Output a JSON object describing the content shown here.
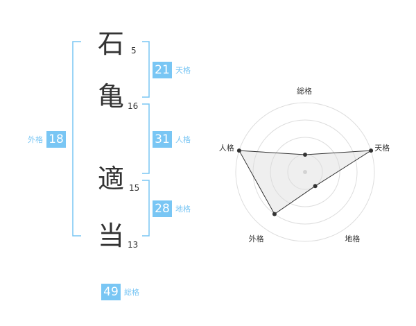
{
  "name": {
    "characters": [
      {
        "char": "石",
        "strokes": "5"
      },
      {
        "char": "亀",
        "strokes": "16"
      },
      {
        "char": "適",
        "strokes": "15"
      },
      {
        "char": "当",
        "strokes": "13"
      }
    ]
  },
  "grids": {
    "tenkaku": {
      "value": "21",
      "label": "天格"
    },
    "jinkaku": {
      "value": "31",
      "label": "人格"
    },
    "chikaku": {
      "value": "28",
      "label": "地格"
    },
    "gaikaku": {
      "value": "18",
      "label": "外格"
    },
    "soukaku": {
      "value": "49",
      "label": "総格"
    }
  },
  "colors": {
    "accent": "#79c6f4",
    "text": "#333333",
    "radar_fill": "#f0f0f0",
    "ring": "#dddddd"
  },
  "chart_data": {
    "type": "radar",
    "axes": [
      "総格",
      "天格",
      "地格",
      "外格",
      "人格"
    ],
    "values": [
      0.25,
      1.0,
      0.25,
      0.75,
      1.0
    ],
    "rings": 4
  }
}
